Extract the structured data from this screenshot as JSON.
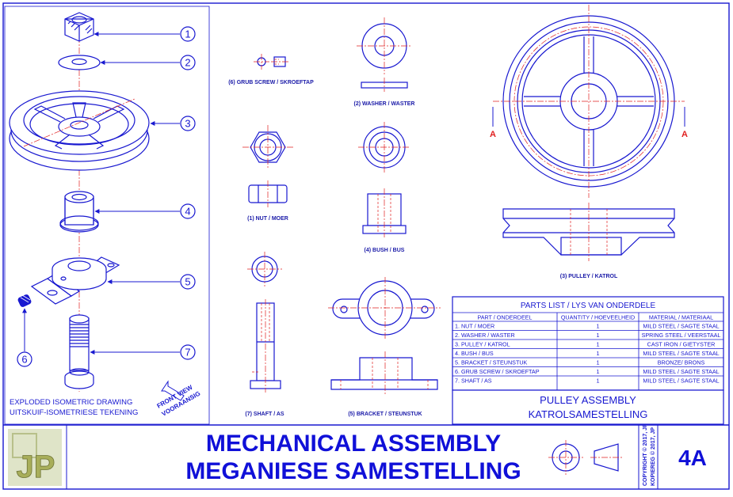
{
  "iso_view": {
    "caption_line1": "EXPLODED ISOMETRIC DRAWING",
    "caption_line2": "UITSKUIF-ISOMETRIESE TEKENING",
    "front_view_line1": "FRONT VIEW",
    "front_view_line2": "VOORAANSIG",
    "balloons": [
      "1",
      "2",
      "3",
      "4",
      "5",
      "6",
      "7"
    ]
  },
  "view_labels": {
    "grub_screw": "(6) GRUB SCREW / SKROEFTAP",
    "washer": "(2) WASHER / WASTER",
    "nut": "(1) NUT / MOER",
    "bush": "(4) BUSH / BUS",
    "shaft": "(7) SHAFT / AS",
    "bracket": "(5) BRACKET / STEUNSTUK",
    "pulley": "(3) PULLEY / KATROL"
  },
  "section_markers": {
    "left": "A",
    "right": "A"
  },
  "parts_list": {
    "title": "PARTS LIST / LYS VAN ONDERDELE",
    "headers": [
      "PART / ONDERDEEL",
      "QUANTITY / HOEVEELHEID",
      "MATERIAL / MATERIAAL"
    ],
    "rows": [
      [
        "1. NUT / MOER",
        "1",
        "MILD STEEL / SAGTE STAAL"
      ],
      [
        "2. WASHER / WASTER",
        "1",
        "SPRING STEEL / VEERSTAAL"
      ],
      [
        "3. PULLEY / KATROL",
        "1",
        "CAST IRON / GIETYSTER"
      ],
      [
        "4. BUSH / BUS",
        "1",
        "MILD STEEL / SAGTE STAAL"
      ],
      [
        "5. BRACKET / STEUNSTUK",
        "1",
        "BRONZE/ BRONS"
      ],
      [
        "6. GRUB SCREW / SKROEFTAP",
        "1",
        "MILD STEEL / SAGTE STAAL"
      ],
      [
        "7. SHAFT / AS",
        "1",
        "MILD STEEL / SAGTE STAAL"
      ]
    ]
  },
  "assembly_title": {
    "line1": "PULLEY ASSEMBLY",
    "line2": "KATROLSAMESTELLING"
  },
  "title_block": {
    "logo": "JP",
    "title_line1": "MECHANICAL ASSEMBLY",
    "title_line2": "MEGANIESE SAMESTELLING",
    "copyright_line1": "COPYRIGHT © 2017, JP",
    "copyright_line2": "KOPIEREG © 2017, JP",
    "sheet_number": "4A"
  },
  "colors": {
    "line": "#1818d0",
    "center_line": "#e02020",
    "title": "#1010d8"
  }
}
